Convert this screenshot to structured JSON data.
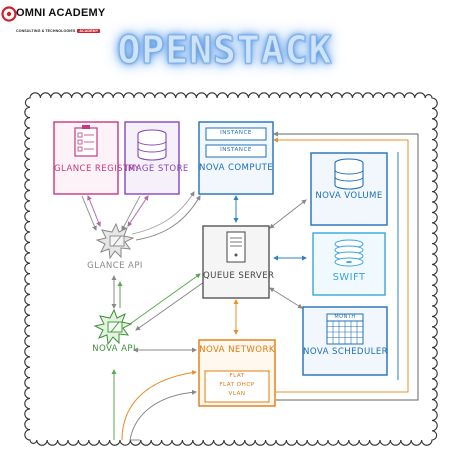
{
  "header": {
    "brand": "OMNI ACADEMY",
    "brand_tagline": "CONSULTING & TECHNOLOGIES",
    "brand_tag_badge": "ACADEMY",
    "title": "OPENSTACK"
  },
  "components": {
    "glance_registry": "GLANCE REGISTRY",
    "image_store": "IMAGE STORE",
    "nova_compute": "NOVA COMPUTE",
    "instance_1": "INSTANCE",
    "instance_2": "INSTANCE",
    "glance_api": "GLANCE API",
    "queue_server": "QUEUE SERVER",
    "nova_volume": "NOVA VOLUME",
    "swift": "SWIFT",
    "nova_api": "NOVA API",
    "nova_network": "NOVA NETWORK",
    "network_modes": [
      "FLAT",
      "FLAT DHCP",
      "VLAN"
    ],
    "nova_scheduler": "NOVA SCHEDULER",
    "scheduler_calendar_label": "MONTH"
  },
  "colors": {
    "pink": "#c43a7e",
    "purple": "#8448b8",
    "blue": "#1f6fb7",
    "gray": "#8a8a8a",
    "green": "#3f8f3a",
    "orange": "#e07a10",
    "light_blue": "#3aa5de",
    "title_glow": "#4a90e2"
  }
}
